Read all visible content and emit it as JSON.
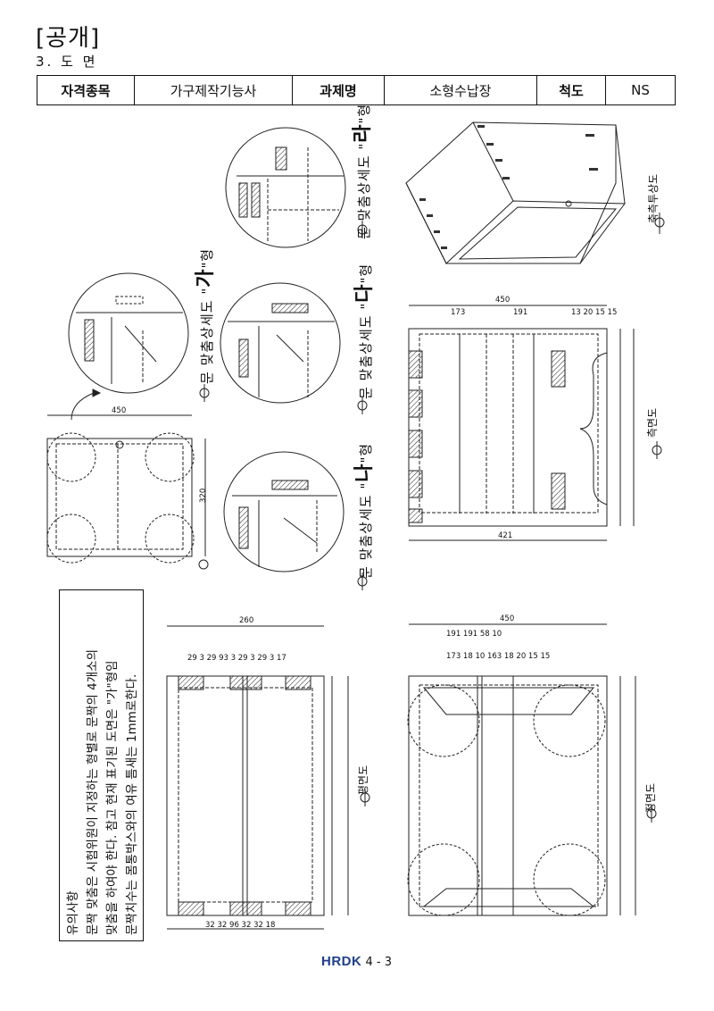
{
  "header": {
    "tag": "[공개]",
    "section": "3. 도 면"
  },
  "info_table": {
    "label1": "자격종목",
    "value1": "가구제작기능사",
    "label2": "과제명",
    "value2": "소형수납장",
    "label3": "척도",
    "value3": "NS"
  },
  "labels": {
    "detail_ra": {
      "prefix": "문 맞춤상세도 \"",
      "mark": "라",
      "suffix": "\"형"
    },
    "detail_ga": {
      "prefix": "문 맞춤상세도 \"",
      "mark": "가",
      "suffix": "\"형"
    },
    "detail_da": {
      "prefix": "문 맞춤상세도 \"",
      "mark": "다",
      "suffix": "\"형"
    },
    "detail_na": {
      "prefix": "문 맞춤상세도 \"",
      "mark": "나",
      "suffix": "\"형"
    },
    "iso_view": "축측투상도",
    "side_view": "측면도",
    "plan_view": "평면도",
    "front_view": "정면도"
  },
  "notes": {
    "title": "유의사항",
    "line1": "문짝 맞춤은 시험위원이 지정하는 형별로 문짝의 4개소의",
    "line2": "맞춤을 하여야 한다. 참고 현재 표기된 도면은 \"가\"형임",
    "line3": "문짝치수는 몸통박스와의 여유 틈새는 1mm로한다."
  },
  "footer": {
    "logo": "HRDK",
    "page": "4 - 3"
  }
}
